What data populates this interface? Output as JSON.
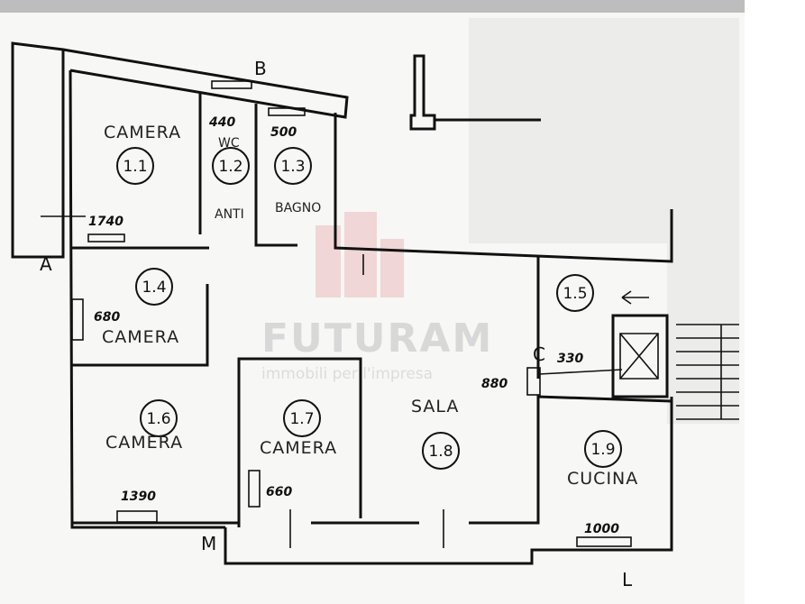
{
  "rooms": [
    {
      "code": "1.1",
      "name": "CAMERA"
    },
    {
      "code": "1.2",
      "name": "WC",
      "dim": "440"
    },
    {
      "code": "1.3",
      "name": "",
      "dim": "500"
    },
    {
      "code": "1.4",
      "name": "CAMERA",
      "dim": "680"
    },
    {
      "code": "1.5",
      "name": ""
    },
    {
      "code": "1.6",
      "name": "CAMERA",
      "dim": "1390"
    },
    {
      "code": "1.7",
      "name": "CAMERA",
      "dim": "660"
    },
    {
      "code": "1.8",
      "name": "SALA",
      "dim": "880"
    },
    {
      "code": "1.9",
      "name": "CUCINA",
      "dim": "1000"
    }
  ],
  "labels": {
    "anti": "ANTI",
    "bagno": "BAGNO",
    "dim_1740": "1740",
    "dim_330": "330"
  },
  "markers": [
    "A",
    "B",
    "C",
    "M",
    "L"
  ],
  "watermark": {
    "title": "FUTURAM",
    "subtitle": "immobili per l'impresa"
  }
}
